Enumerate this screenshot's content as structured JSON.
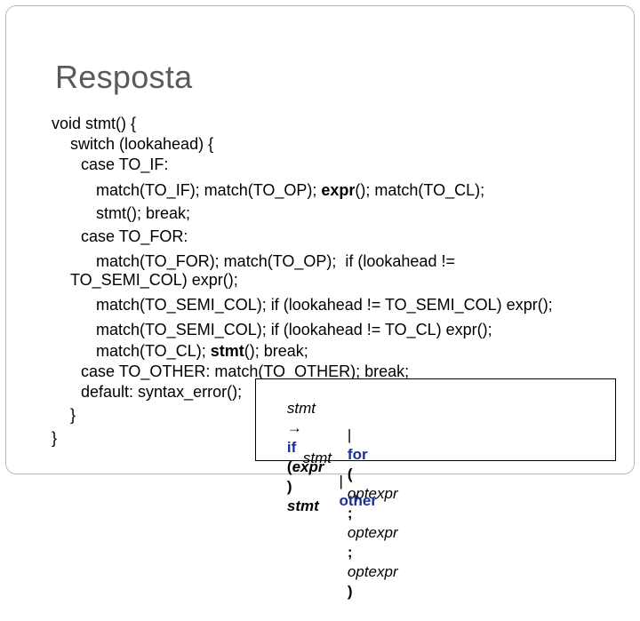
{
  "slide": {
    "title": "Resposta",
    "code_lines": [
      {
        "indent": 58,
        "text": "void stmt() {"
      },
      {
        "indent": 79,
        "text": "switch (lookahead) {"
      },
      {
        "indent": 91,
        "text": "case TO_IF:"
      },
      {
        "indent": 108,
        "pre": "match(TO_IF); match(TO_OP); ",
        "bold": "expr",
        "post": "(); match(TO_CL);"
      },
      {
        "indent": 108,
        "text": "stmt(); break;"
      },
      {
        "indent": 91,
        "text": "case TO_FOR:"
      },
      {
        "indent": 108,
        "text": "match(TO_FOR); match(TO_OP);  if (lookahead !="
      },
      {
        "indent": 79,
        "text": "TO_SEMI_COL) expr();"
      },
      {
        "indent": 108,
        "text": "match(TO_SEMI_COL); if (lookahead != TO_SEMI_COL) expr();"
      },
      {
        "indent": 108,
        "text": "match(TO_SEMI_COL); if (lookahead != TO_CL) expr();"
      },
      {
        "indent": 108,
        "pre": "match(TO_CL); ",
        "bold": "stmt",
        "post": "(); break;"
      },
      {
        "indent": 91,
        "text": "case TO_OTHER: match(TO_OTHER); break;"
      },
      {
        "indent": 91,
        "text": "default: syntax_error();"
      },
      {
        "indent": 79,
        "text": "}"
      },
      {
        "indent": 58,
        "text": "}"
      }
    ],
    "grammar": {
      "lhs": "stmt",
      "arrow": "→",
      "alt1": {
        "kw_if": "if",
        "open": "(",
        "expr": "expr",
        "close": ")",
        "stmt": "stmt"
      },
      "alt2": {
        "bar": "|",
        "kw_for": "for",
        "open": "(",
        "opt1": "optexpr",
        "semi1": ";",
        "opt2": "optexpr",
        "semi2": ";",
        "opt3": "optexpr",
        "close": ")"
      },
      "alt2_tail": "stmt",
      "alt3": {
        "bar": "|",
        "kw_other": "other"
      }
    }
  }
}
